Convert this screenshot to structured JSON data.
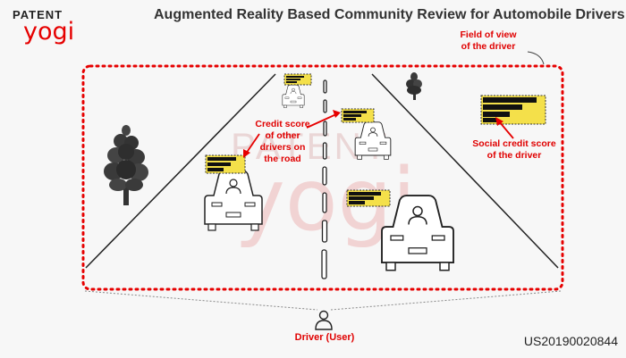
{
  "logo": {
    "top_text": "PATENT",
    "bottom_text": "yogi",
    "brand_color": "#e60000"
  },
  "title": "Augmented Reality Based Community Review for Automobile Drivers",
  "labels": {
    "field_of_view": [
      "Field of view",
      "of the driver"
    ],
    "credit_score_others": [
      "Credit score",
      "of other",
      "drivers on",
      "the road"
    ],
    "social_credit_driver": [
      "Social credit score",
      "of the driver"
    ],
    "driver": "Driver (User)"
  },
  "patent_number": "US20190020844",
  "watermark": {
    "top": "PATENT",
    "bottom": "yogi"
  },
  "colors": {
    "accent_red": "#e00000",
    "score_yellow": "#f4e04a",
    "score_bar": "#111111"
  },
  "icons": [
    "car-icon",
    "tree-icon",
    "driver-person-icon",
    "score-badge-icon"
  ]
}
